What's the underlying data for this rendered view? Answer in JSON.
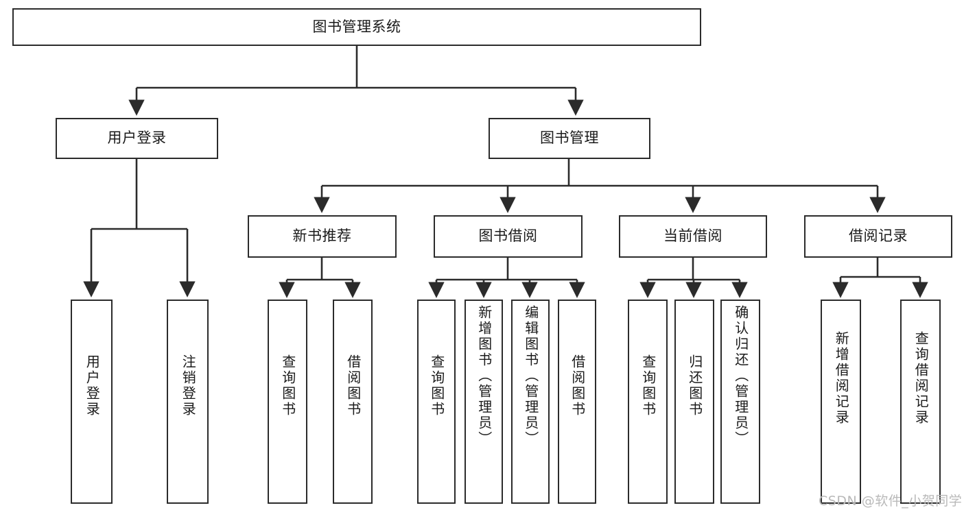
{
  "diagram": {
    "type": "tree-hierarchy-chart",
    "title": "图书管理系统",
    "colors": {
      "box_border": "#2b2b2b",
      "box_fill": "#ffffff",
      "edge": "#2b2b2b",
      "text": "#1a1a1a",
      "watermark": "#b9b9b9",
      "background": "#ffffff"
    },
    "root": {
      "id": "root",
      "label": "图书管理系统"
    },
    "level1": [
      {
        "id": "user-login",
        "label": "用户登录"
      },
      {
        "id": "book-management",
        "label": "图书管理"
      }
    ],
    "level2": [
      {
        "id": "new-book-recommend",
        "label": "新书推荐",
        "parent": "book-management"
      },
      {
        "id": "book-borrow",
        "label": "图书借阅",
        "parent": "book-management"
      },
      {
        "id": "current-borrow",
        "label": "当前借阅",
        "parent": "book-management"
      },
      {
        "id": "borrow-record",
        "label": "借阅记录",
        "parent": "book-management"
      }
    ],
    "leaves": [
      {
        "id": "leaf-user-login",
        "label": "用户登录",
        "parent": "user-login"
      },
      {
        "id": "leaf-logout-login",
        "label": "注销登录",
        "parent": "user-login"
      },
      {
        "id": "leaf-query-book-1",
        "label": "查询图书",
        "parent": "new-book-recommend"
      },
      {
        "id": "leaf-borrow-book-1",
        "label": "借阅图书",
        "parent": "new-book-recommend"
      },
      {
        "id": "leaf-query-book-2",
        "label": "查询图书",
        "parent": "book-borrow"
      },
      {
        "id": "leaf-add-book",
        "label": "新增图书（管理员）",
        "parent": "book-borrow"
      },
      {
        "id": "leaf-edit-book",
        "label": "编辑图书（管理员）",
        "parent": "book-borrow"
      },
      {
        "id": "leaf-borrow-book-2",
        "label": "借阅图书",
        "parent": "book-borrow"
      },
      {
        "id": "leaf-query-book-3",
        "label": "查询图书",
        "parent": "current-borrow"
      },
      {
        "id": "leaf-return-book",
        "label": "归还图书",
        "parent": "current-borrow"
      },
      {
        "id": "leaf-confirm-return",
        "label": "确认归还（管理员）",
        "parent": "current-borrow"
      },
      {
        "id": "leaf-add-record",
        "label": "新增借阅记录",
        "parent": "borrow-record"
      },
      {
        "id": "leaf-query-record",
        "label": "查询借阅记录",
        "parent": "borrow-record"
      }
    ],
    "watermark": "CSDN @软件_小贺同学"
  }
}
